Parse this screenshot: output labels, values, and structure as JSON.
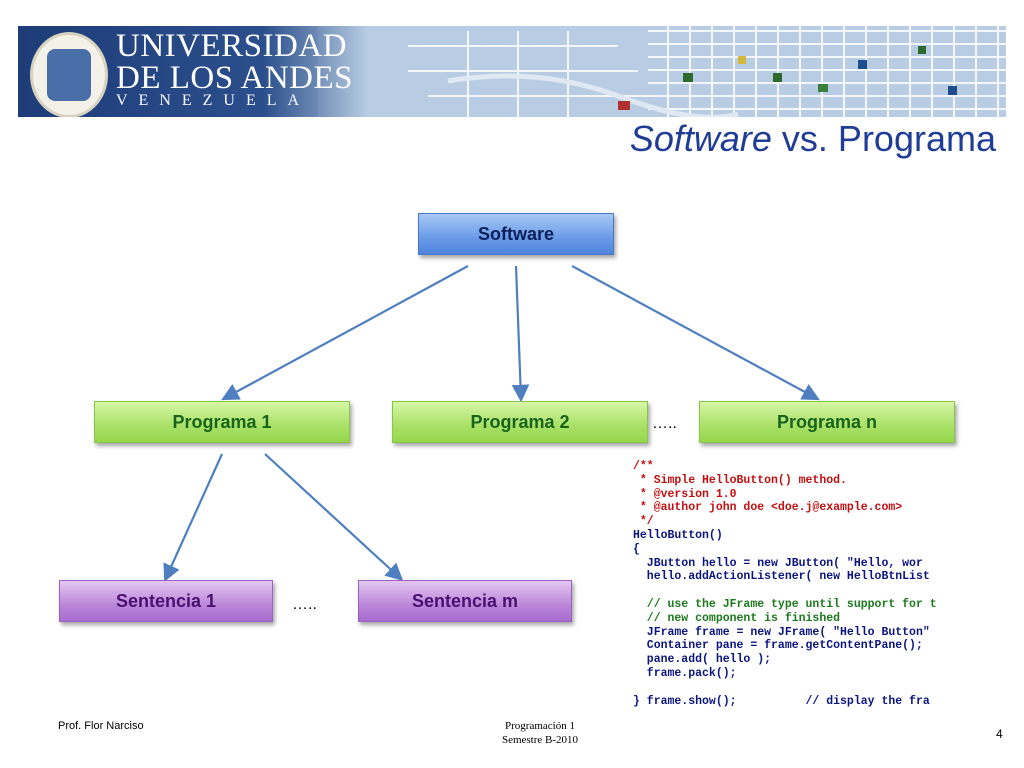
{
  "banner": {
    "line1": "UNIVERSIDAD",
    "line2": "DE LOS ANDES",
    "line3": "VENEZUELA"
  },
  "title": {
    "italic": "Software",
    "rest": " vs. Programa"
  },
  "diagram": {
    "root": "Software",
    "programs": [
      "Programa 1",
      "Programa 2",
      "Programa n"
    ],
    "programs_ellipsis": "…..",
    "statements": [
      "Sentencia 1",
      "Sentencia m"
    ],
    "statements_ellipsis": "….."
  },
  "code": {
    "lines": [
      {
        "text": "/**",
        "cls": "c"
      },
      {
        "text": " * Simple HelloButton() method.",
        "cls": "c"
      },
      {
        "text": " * @version 1.0",
        "cls": "c"
      },
      {
        "text": " * @author john doe <doe.j@example.com>",
        "cls": "c"
      },
      {
        "text": " */",
        "cls": "c"
      },
      {
        "text": "HelloButton()",
        "cls": ""
      },
      {
        "text": "{",
        "cls": ""
      },
      {
        "text": "  JButton hello = new JButton( \"Hello, wor",
        "cls": ""
      },
      {
        "text": "  hello.addActionListener( new HelloBtnList",
        "cls": ""
      },
      {
        "text": "",
        "cls": ""
      },
      {
        "text": "  // use the JFrame type until support for t",
        "cls": "g"
      },
      {
        "text": "  // new component is finished",
        "cls": "g"
      },
      {
        "text": "  JFrame frame = new JFrame( \"Hello Button\"",
        "cls": ""
      },
      {
        "text": "  Container pane = frame.getContentPane();",
        "cls": ""
      },
      {
        "text": "  pane.add( hello );",
        "cls": ""
      },
      {
        "text": "  frame.pack();",
        "cls": ""
      },
      {
        "text": "",
        "cls": ""
      },
      {
        "text": "} frame.show();          // display the fra",
        "cls": ""
      }
    ]
  },
  "footer": {
    "author": "Prof. Flor Narciso",
    "course_line1": "Programación 1",
    "course_line2": "Semestre B-2010",
    "page": "4"
  },
  "colors": {
    "title": "#1f3c96",
    "arrow": "#4f7fbf"
  }
}
